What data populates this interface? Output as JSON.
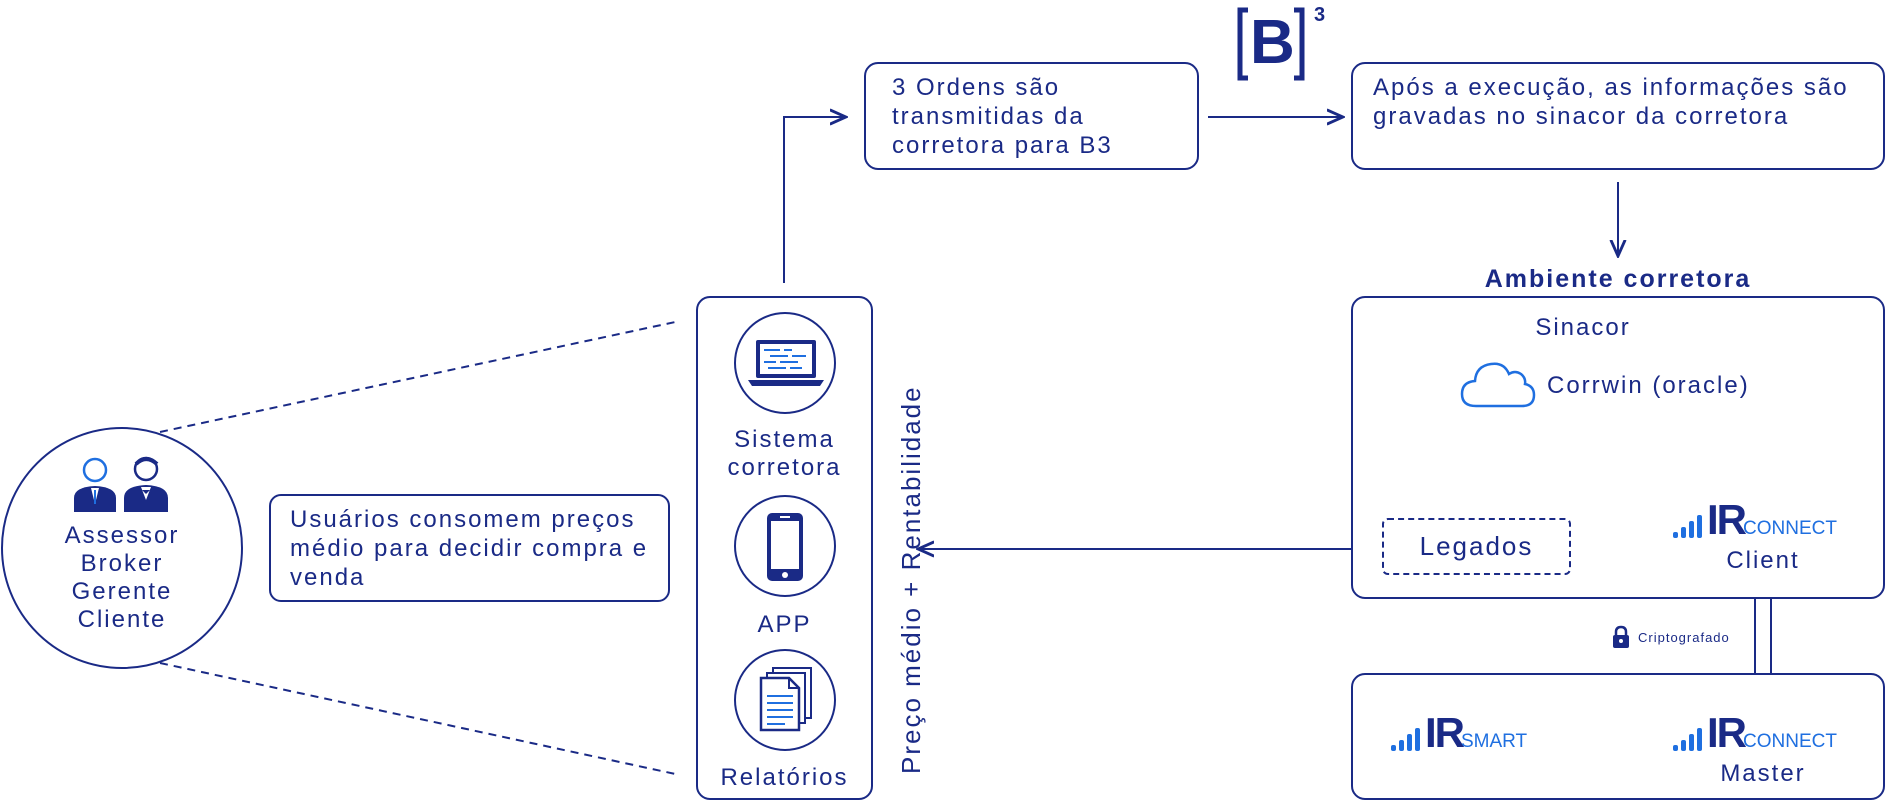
{
  "colors": {
    "primary": "#1a2a86",
    "accent": "#1f6fe0"
  },
  "b3_logo": {
    "letter": "B",
    "superscript": "3"
  },
  "step_orders": "3 Ordens são transmitidas da corretora para B3",
  "step_after": "Após a execução, as informações são gravadas no sinacor da corretora",
  "users_note": "Usuários consomem preços médio para decidir compra e venda",
  "roles": [
    "Assessor",
    "Broker",
    "Gerente",
    "Cliente"
  ],
  "channels": {
    "system_label": [
      "Sistema",
      "corretora"
    ],
    "app_label": "APP",
    "reports_label": "Relatórios"
  },
  "vertical_label": "Preço médio + Rentabilidade",
  "broker_env": {
    "title": "Ambiente corretora",
    "sinacor": "Sinacor",
    "corrwin": "Corrwin (oracle)",
    "legados": "Legados",
    "client": "Client"
  },
  "encrypted_label": "Criptografado",
  "bottom": {
    "master": "Master"
  },
  "brand": {
    "ir": "IR",
    "connect": "CONNECT",
    "smart": "SMART"
  },
  "icons": [
    "person-group-icon",
    "laptop-icon",
    "smartphone-icon",
    "documents-icon",
    "cloud-icon",
    "lock-icon",
    "signal-bars-icon"
  ]
}
